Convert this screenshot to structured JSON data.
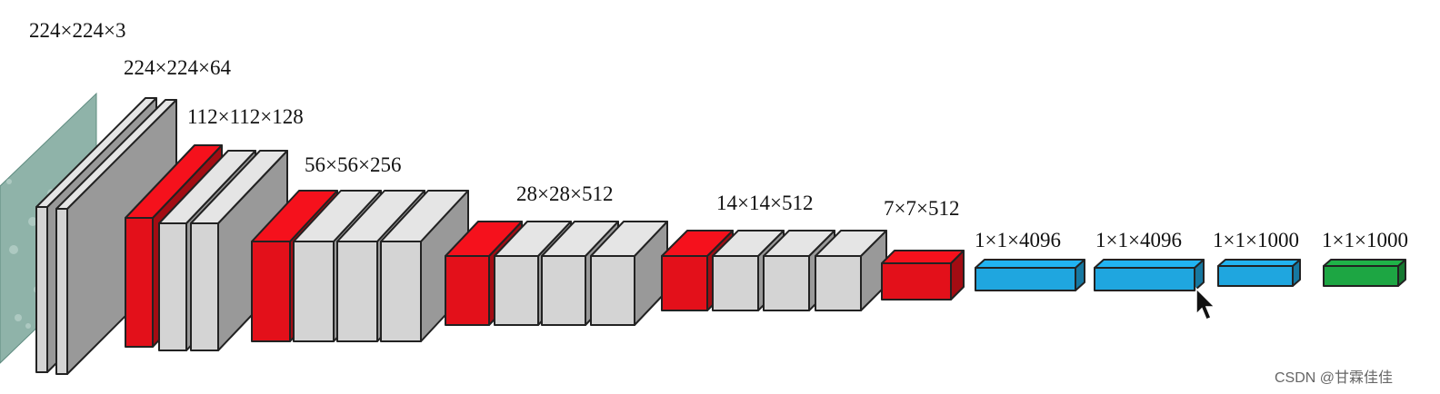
{
  "diagram": {
    "labels": [
      "224×224×3",
      "224×224×64",
      "112×112×128",
      "56×56×256",
      "28×28×512",
      "14×14×512",
      "7×7×512",
      "1×1×4096",
      "1×1×4096",
      "1×1×1000",
      "1×1×1000"
    ],
    "colors": {
      "input": "#8fb3a9",
      "conv": "#d4d4d4",
      "pool": "#e3101a",
      "fc": "#1fa6df",
      "softmax": "#1da643",
      "stroke": "#222222"
    }
  },
  "watermark": "CSDN @甘霖佳佳",
  "cursor_icon": "mouse-pointer-icon"
}
